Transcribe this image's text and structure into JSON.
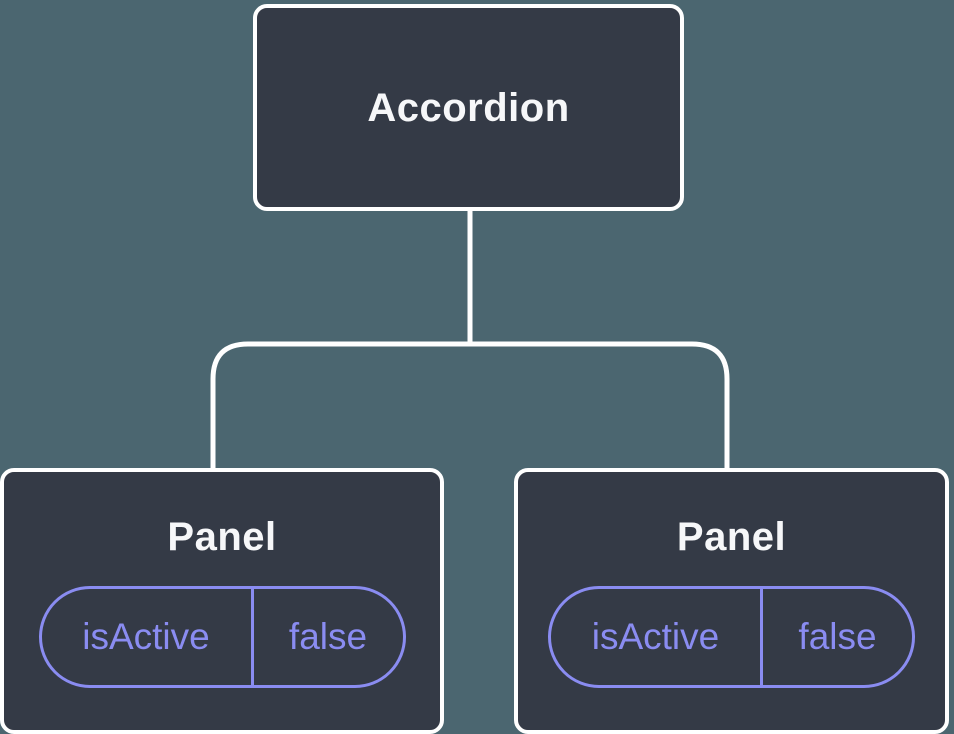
{
  "diagram": {
    "type": "component-tree",
    "root": {
      "label": "Accordion"
    },
    "children": [
      {
        "label": "Panel",
        "state": {
          "name": "isActive",
          "value": "false"
        }
      },
      {
        "label": "Panel",
        "state": {
          "name": "isActive",
          "value": "false"
        }
      }
    ],
    "colors": {
      "background": "#4B6670",
      "node_fill": "#343A46",
      "node_border": "#FFFFFF",
      "node_text": "#F6F7F9",
      "state_accent": "#8A8CF1"
    }
  }
}
